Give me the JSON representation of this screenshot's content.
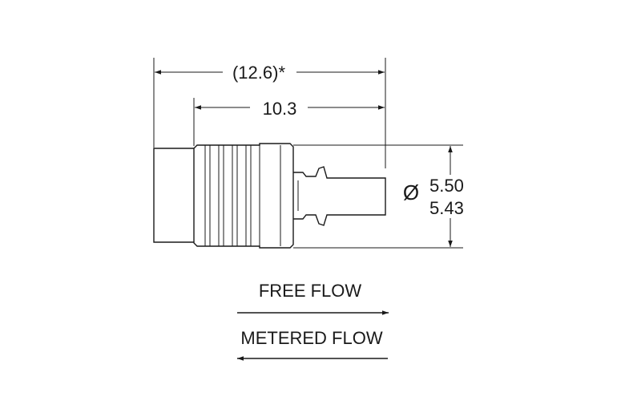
{
  "dimensions": {
    "overall_length": "(12.6)*",
    "body_length": "10.3",
    "diameter_symbol": "Ø",
    "diameter_max": "5.50",
    "diameter_min": "5.43"
  },
  "flow": {
    "free_flow_label": "FREE FLOW",
    "metered_flow_label": "METERED FLOW"
  },
  "colors": {
    "line": "#1a1a1a",
    "background": "#ffffff"
  }
}
